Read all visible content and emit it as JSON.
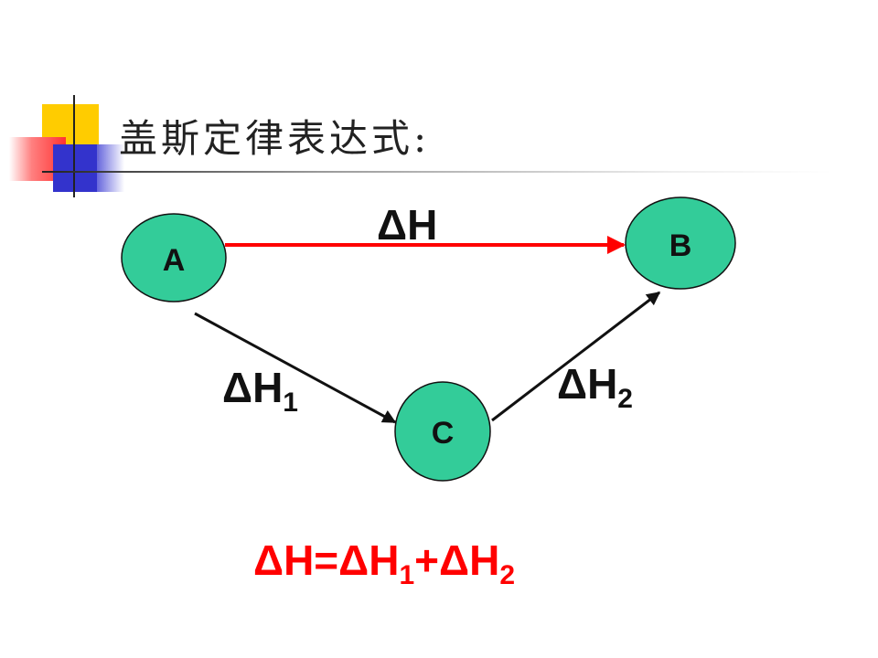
{
  "title": "盖斯定律表达式:",
  "colors": {
    "node_fill": "#33cc99",
    "direct_arrow": "#ff0000",
    "path_arrow": "#111111",
    "equation": "#ff0000",
    "deco_yellow": "#ffcc00",
    "deco_blue": "#3333cc",
    "deco_red": "#ff3333"
  },
  "diagram": {
    "nodes": [
      {
        "id": "A",
        "label": "A"
      },
      {
        "id": "B",
        "label": "B"
      },
      {
        "id": "C",
        "label": "C"
      }
    ],
    "edges": [
      {
        "from": "A",
        "to": "B",
        "label": "ΔH",
        "subscript": ""
      },
      {
        "from": "A",
        "to": "C",
        "label": "ΔH",
        "subscript": "1"
      },
      {
        "from": "C",
        "to": "B",
        "label": "ΔH",
        "subscript": "2"
      }
    ]
  },
  "equation": {
    "lhs": "ΔH=",
    "term1": "ΔH",
    "term1_sub": "1",
    "plus": "+",
    "term2": "ΔH",
    "term2_sub": "2"
  }
}
